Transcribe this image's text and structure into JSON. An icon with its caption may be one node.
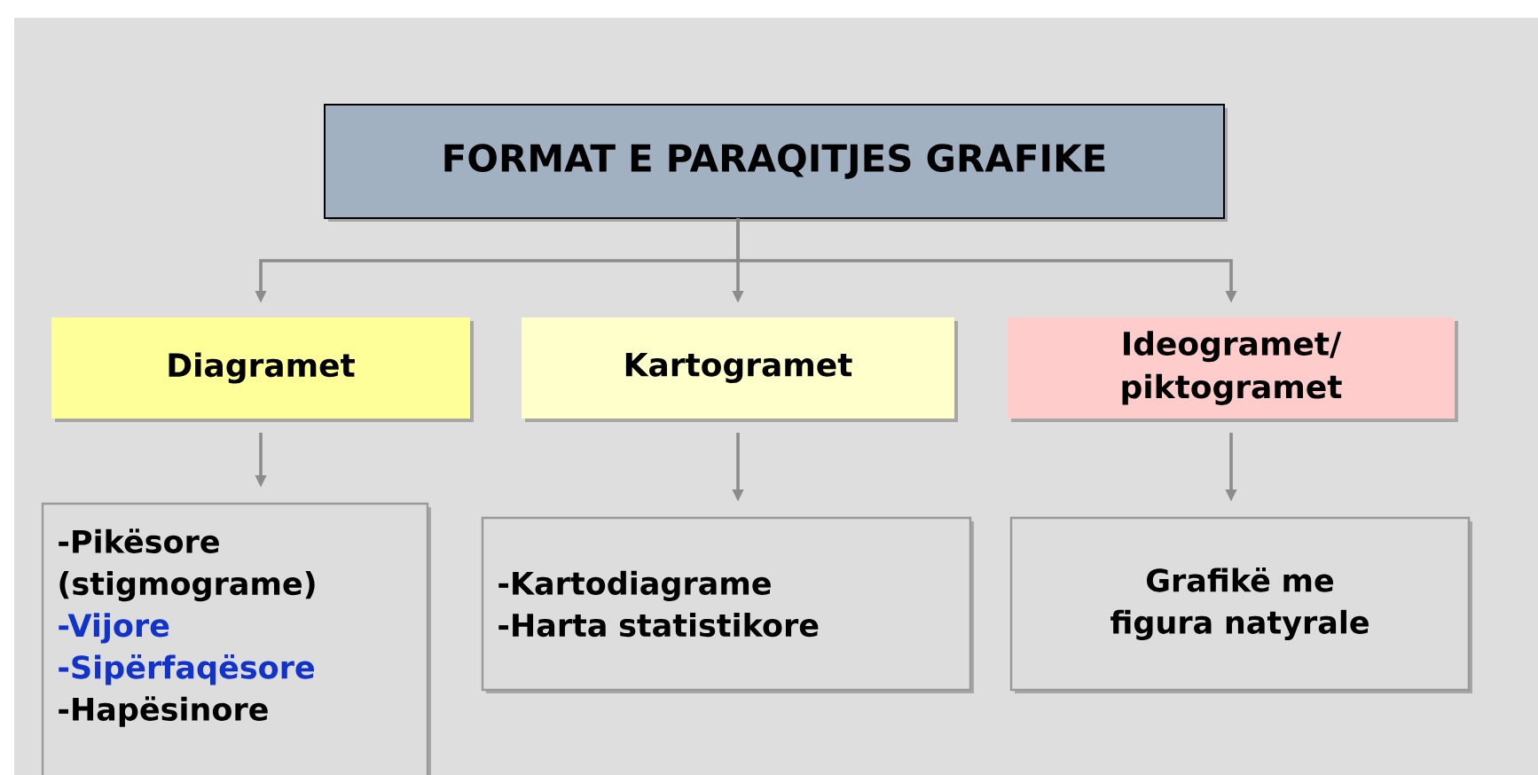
{
  "diagram": {
    "nodes": [
      {
        "text": [
          "FORMAT E PARAQITJES GRAFIKE"
        ]
      },
      {
        "text": [
          "Diagramet"
        ]
      },
      {
        "text": [
          "Kartogramet"
        ]
      },
      {
        "text": [
          "Ideogramet/ piktogramet"
        ]
      },
      {
        "text": [
          "-Pikësore (stigmograme)",
          "-Vijore",
          "-Sipërfaqësore",
          "-Hapësinore"
        ]
      },
      {
        "text": [
          "-Kartodiagrame",
          "-Harta statistikore"
        ]
      },
      {
        "text": [
          "Grafikë me figura natyrale"
        ]
      }
    ],
    "edges": [
      {
        "from": 0,
        "to": 1,
        "arrow": "to"
      },
      {
        "from": 0,
        "to": 2,
        "arrow": "to"
      },
      {
        "from": 0,
        "to": 3,
        "arrow": "to"
      },
      {
        "from": 1,
        "to": 4,
        "arrow": "to"
      },
      {
        "from": 2,
        "to": 5,
        "arrow": "to"
      },
      {
        "from": 3,
        "to": 6,
        "arrow": "to"
      }
    ]
  }
}
